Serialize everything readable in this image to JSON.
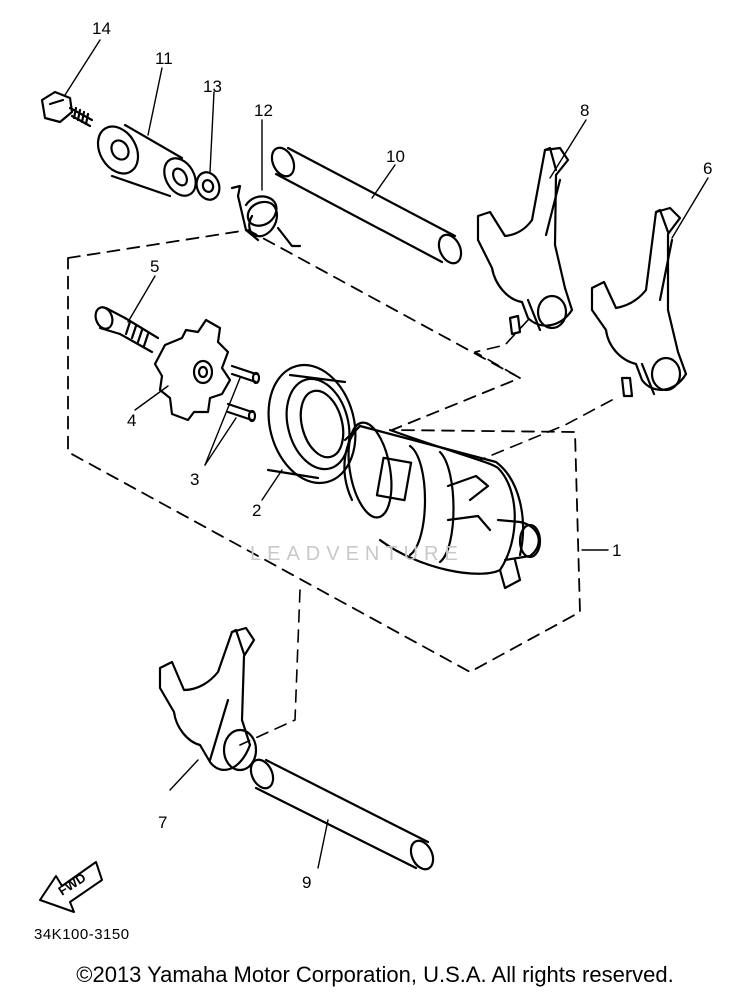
{
  "callouts": {
    "c1": "1",
    "c2": "2",
    "c3": "3",
    "c4": "4",
    "c5": "5",
    "c6": "6",
    "c7": "7",
    "c8": "8",
    "c9": "9",
    "c10": "10",
    "c11": "11",
    "c12": "12",
    "c13": "13",
    "c14": "14"
  },
  "fwd_label": "FWD",
  "part_code": "34K100-3150",
  "watermark": "LEADVENTURE",
  "copyright": "©2013 Yamaha Motor Corporation, U.S.A. All rights reserved."
}
